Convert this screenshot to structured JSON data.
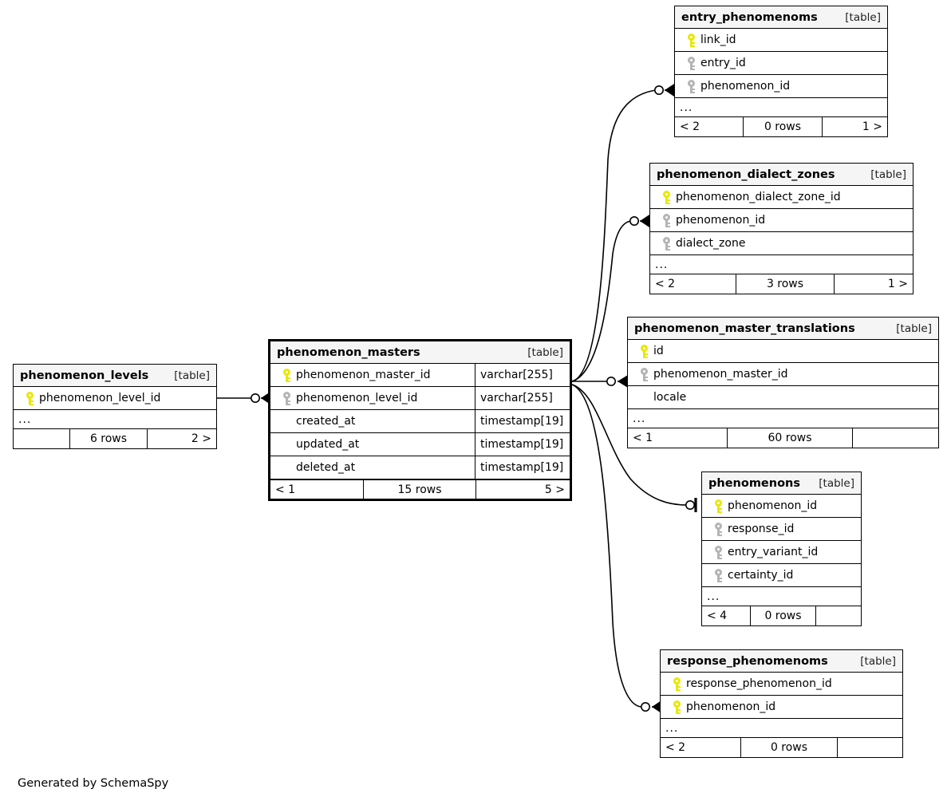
{
  "diagram": {
    "generator_credit": "Generated by SchemaSpy",
    "table_tag": "[table]",
    "ellipsis": "...",
    "colors": {
      "primary_key": "#e8e800",
      "foreign_key": "#b4b4b4",
      "header_bg": "#f5f5f5",
      "border": "#000000",
      "background": "#ffffff"
    }
  },
  "tables": [
    {
      "id": "entry_phenomenoms",
      "name": "entry_phenomenoms",
      "tag": "[table]",
      "focus": false,
      "columns": [
        {
          "key": "pk",
          "label": "link_id",
          "type": ""
        },
        {
          "key": "fk",
          "label": "entry_id",
          "type": ""
        },
        {
          "key": "fk",
          "label": "phenomenon_id",
          "type": ""
        }
      ],
      "ellipsis": "...",
      "footer": {
        "left": "< 2",
        "mid": "0 rows",
        "right": "1 >"
      }
    },
    {
      "id": "phenomenon_dialect_zones",
      "name": "phenomenon_dialect_zones",
      "tag": "[table]",
      "focus": false,
      "columns": [
        {
          "key": "pk",
          "label": "phenomenon_dialect_zone_id",
          "type": ""
        },
        {
          "key": "fk",
          "label": "phenomenon_id",
          "type": ""
        },
        {
          "key": "fk",
          "label": "dialect_zone",
          "type": ""
        }
      ],
      "ellipsis": "...",
      "footer": {
        "left": "< 2",
        "mid": "3 rows",
        "right": "1 >"
      }
    },
    {
      "id": "phenomenon_master_translations",
      "name": "phenomenon_master_translations",
      "tag": "[table]",
      "focus": false,
      "columns": [
        {
          "key": "pk",
          "label": "id",
          "type": ""
        },
        {
          "key": "fk",
          "label": "phenomenon_master_id",
          "type": ""
        },
        {
          "key": "none",
          "label": "locale",
          "type": ""
        }
      ],
      "ellipsis": "...",
      "footer": {
        "left": "< 1",
        "mid": "60 rows",
        "right": ""
      }
    },
    {
      "id": "phenomenon_masters",
      "name": "phenomenon_masters",
      "tag": "[table]",
      "focus": true,
      "columns": [
        {
          "key": "pk",
          "label": "phenomenon_master_id",
          "type": "varchar[255]"
        },
        {
          "key": "fk",
          "label": "phenomenon_level_id",
          "type": "varchar[255]"
        },
        {
          "key": "none",
          "label": "created_at",
          "type": "timestamp[19]"
        },
        {
          "key": "none",
          "label": "updated_at",
          "type": "timestamp[19]"
        },
        {
          "key": "none",
          "label": "deleted_at",
          "type": "timestamp[19]"
        }
      ],
      "ellipsis": "",
      "footer": {
        "left": "< 1",
        "mid": "15 rows",
        "right": "5 >"
      }
    },
    {
      "id": "phenomenon_levels",
      "name": "phenomenon_levels",
      "tag": "[table]",
      "focus": false,
      "columns": [
        {
          "key": "pk",
          "label": "phenomenon_level_id",
          "type": ""
        }
      ],
      "ellipsis": "...",
      "footer": {
        "left": "",
        "mid": "6 rows",
        "right": "2 >"
      }
    },
    {
      "id": "phenomenons",
      "name": "phenomenons",
      "tag": "[table]",
      "focus": false,
      "columns": [
        {
          "key": "pk",
          "label": "phenomenon_id",
          "type": ""
        },
        {
          "key": "fk",
          "label": "response_id",
          "type": ""
        },
        {
          "key": "fk",
          "label": "entry_variant_id",
          "type": ""
        },
        {
          "key": "fk",
          "label": "certainty_id",
          "type": ""
        }
      ],
      "ellipsis": "...",
      "footer": {
        "left": "< 4",
        "mid": "0 rows",
        "right": ""
      }
    },
    {
      "id": "response_phenomenoms",
      "name": "response_phenomenoms",
      "tag": "[table]",
      "focus": false,
      "columns": [
        {
          "key": "pk",
          "label": "response_phenomenon_id",
          "type": ""
        },
        {
          "key": "pk",
          "label": "phenomenon_id",
          "type": ""
        }
      ],
      "ellipsis": "...",
      "footer": {
        "left": "< 2",
        "mid": "0 rows",
        "right": ""
      }
    }
  ],
  "relationships": [
    {
      "from": "phenomenon_masters",
      "to": "entry_phenomenoms",
      "from_column": "phenomenon_master_id",
      "to_column": "phenomenon_id",
      "cardinality": "zero-or-many"
    },
    {
      "from": "phenomenon_masters",
      "to": "phenomenon_dialect_zones",
      "from_column": "phenomenon_master_id",
      "to_column": "phenomenon_id",
      "cardinality": "zero-or-many"
    },
    {
      "from": "phenomenon_masters",
      "to": "phenomenon_master_translations",
      "from_column": "phenomenon_master_id",
      "to_column": "phenomenon_master_id",
      "cardinality": "zero-or-many"
    },
    {
      "from": "phenomenon_masters",
      "to": "phenomenons",
      "from_column": "phenomenon_master_id",
      "to_column": "phenomenon_id",
      "cardinality": "zero-or-one"
    },
    {
      "from": "phenomenon_masters",
      "to": "response_phenomenoms",
      "from_column": "phenomenon_master_id",
      "to_column": "phenomenon_id",
      "cardinality": "zero-or-many"
    },
    {
      "from": "phenomenon_levels",
      "to": "phenomenon_masters",
      "from_column": "phenomenon_level_id",
      "to_column": "phenomenon_level_id",
      "cardinality": "zero-or-many"
    }
  ]
}
